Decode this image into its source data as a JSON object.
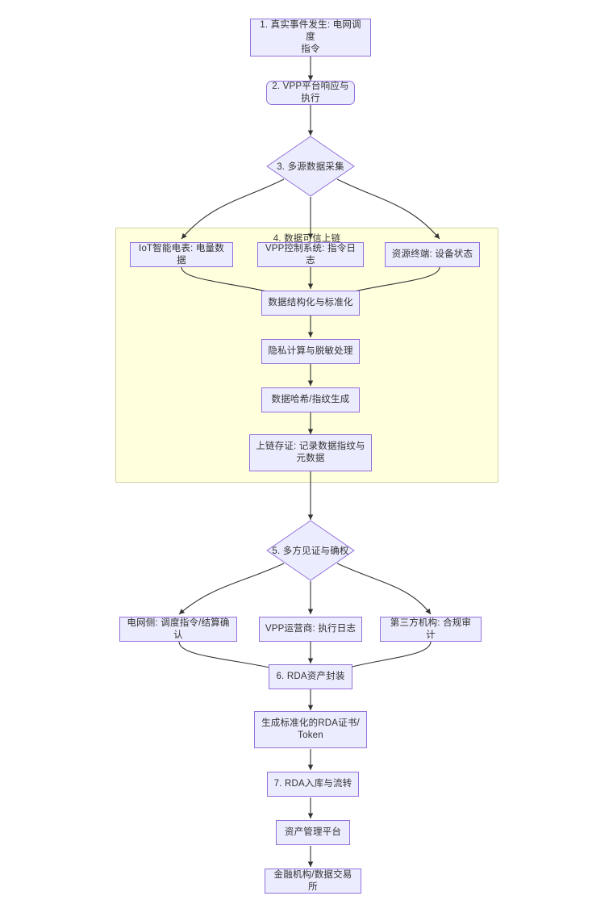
{
  "diagram": {
    "type": "flowchart",
    "direction": "top-down",
    "title_visible": false,
    "theme": {
      "node_fill": "#ececff",
      "node_stroke": "#9370db",
      "subgraph_fill": "#ffffde",
      "subgraph_stroke": "#d3d3a4",
      "edge_stroke": "#333333",
      "text_color": "#333333"
    }
  },
  "nodes": {
    "n1": {
      "label": "1. 真实事件发生: 电网调度\n指令",
      "shape": "rect"
    },
    "n2": {
      "label": "2. VPP平台响应与执行",
      "shape": "rounded-rect"
    },
    "n3": {
      "label": "3. 多源数据采集",
      "shape": "diamond"
    },
    "n4a": {
      "label": "IoT智能电表: 电量数据",
      "shape": "rect"
    },
    "n4b": {
      "label": "VPP控制系统: 指令日志",
      "shape": "rect"
    },
    "n4c": {
      "label": "资源终端: 设备状态",
      "shape": "rect"
    },
    "n4d": {
      "label": "数据结构化与标准化",
      "shape": "rect"
    },
    "n4e": {
      "label": "隐私计算与脱敏处理",
      "shape": "rect"
    },
    "n4f": {
      "label": "数据哈希/指纹生成",
      "shape": "rect"
    },
    "n4g": {
      "label": "上链存证: 记录数据指纹与\n元数据",
      "shape": "rect"
    },
    "n5": {
      "label": "5. 多方见证与确权",
      "shape": "diamond"
    },
    "n5a": {
      "label": "电网侧: 调度指令/结算确认",
      "shape": "rect"
    },
    "n5b": {
      "label": "VPP运营商: 执行日志",
      "shape": "rect"
    },
    "n5c": {
      "label": "第三方机构: 合规审计",
      "shape": "rect"
    },
    "n6": {
      "label": "6. RDA资产封装",
      "shape": "rect"
    },
    "n6a": {
      "label": "生成标准化的RDA证书/\nToken",
      "shape": "rect"
    },
    "n7": {
      "label": "7. RDA入库与流转",
      "shape": "rect"
    },
    "n7a": {
      "label": "资产管理平台",
      "shape": "rect"
    },
    "n7b": {
      "label": "金融机构/数据交易所",
      "shape": "rect"
    }
  },
  "subgraphs": {
    "sg4": {
      "label": "4. 数据可信上链"
    }
  },
  "edges": [
    {
      "from": "n1",
      "to": "n2"
    },
    {
      "from": "n2",
      "to": "n3"
    },
    {
      "from": "n3",
      "to": "n4a"
    },
    {
      "from": "n3",
      "to": "n4b"
    },
    {
      "from": "n3",
      "to": "n4c"
    },
    {
      "from": "n4a",
      "to": "n4d"
    },
    {
      "from": "n4b",
      "to": "n4d"
    },
    {
      "from": "n4c",
      "to": "n4d"
    },
    {
      "from": "n4d",
      "to": "n4e"
    },
    {
      "from": "n4e",
      "to": "n4f"
    },
    {
      "from": "n4f",
      "to": "n4g"
    },
    {
      "from": "n4g",
      "to": "n5"
    },
    {
      "from": "n5",
      "to": "n5a"
    },
    {
      "from": "n5",
      "to": "n5b"
    },
    {
      "from": "n5",
      "to": "n5c"
    },
    {
      "from": "n5a",
      "to": "n6"
    },
    {
      "from": "n5b",
      "to": "n6"
    },
    {
      "from": "n5c",
      "to": "n6"
    },
    {
      "from": "n6",
      "to": "n6a"
    },
    {
      "from": "n6a",
      "to": "n7"
    },
    {
      "from": "n7",
      "to": "n7a"
    },
    {
      "from": "n7a",
      "to": "n7b"
    }
  ]
}
